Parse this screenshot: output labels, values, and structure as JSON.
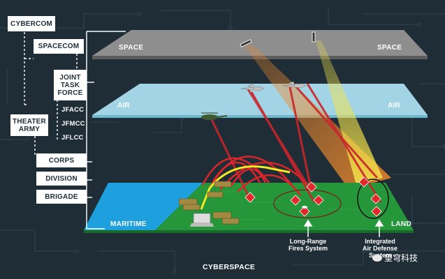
{
  "hierarchy": {
    "cybercom": "CYBERCOM",
    "spacecom": "SPACECOM",
    "jtf": [
      "JOINT",
      "TASK",
      "FORCE"
    ],
    "jfacc": "JFACC",
    "jfmcc": "JFMCC",
    "jflcc": "JFLCC",
    "theater_army": [
      "THEATER",
      "ARMY"
    ],
    "corps": "CORPS",
    "division": "DIVISION",
    "brigade": "BRIGADE"
  },
  "layers": {
    "space_left": "SPACE",
    "space_right": "SPACE",
    "air_left": "AIR",
    "air_right": "AIR",
    "maritime": "MARITIME",
    "land": "LAND"
  },
  "callouts": {
    "lrfs": [
      "Long-Range",
      "Fires System"
    ],
    "iads": [
      "Integrated",
      "Air Defense",
      "System"
    ]
  },
  "bottom_label": "CYBERSPACE",
  "watermark": "望穹科技",
  "colors": {
    "background": "#1f2d36",
    "space_plane": "#8e8e8e",
    "air_plane": "#aee3f4",
    "maritime": "#1fa0de",
    "land": "#26963b",
    "fires_arc": "#d9262a",
    "link_line": "#f2ea25",
    "target": "#e3272b"
  }
}
